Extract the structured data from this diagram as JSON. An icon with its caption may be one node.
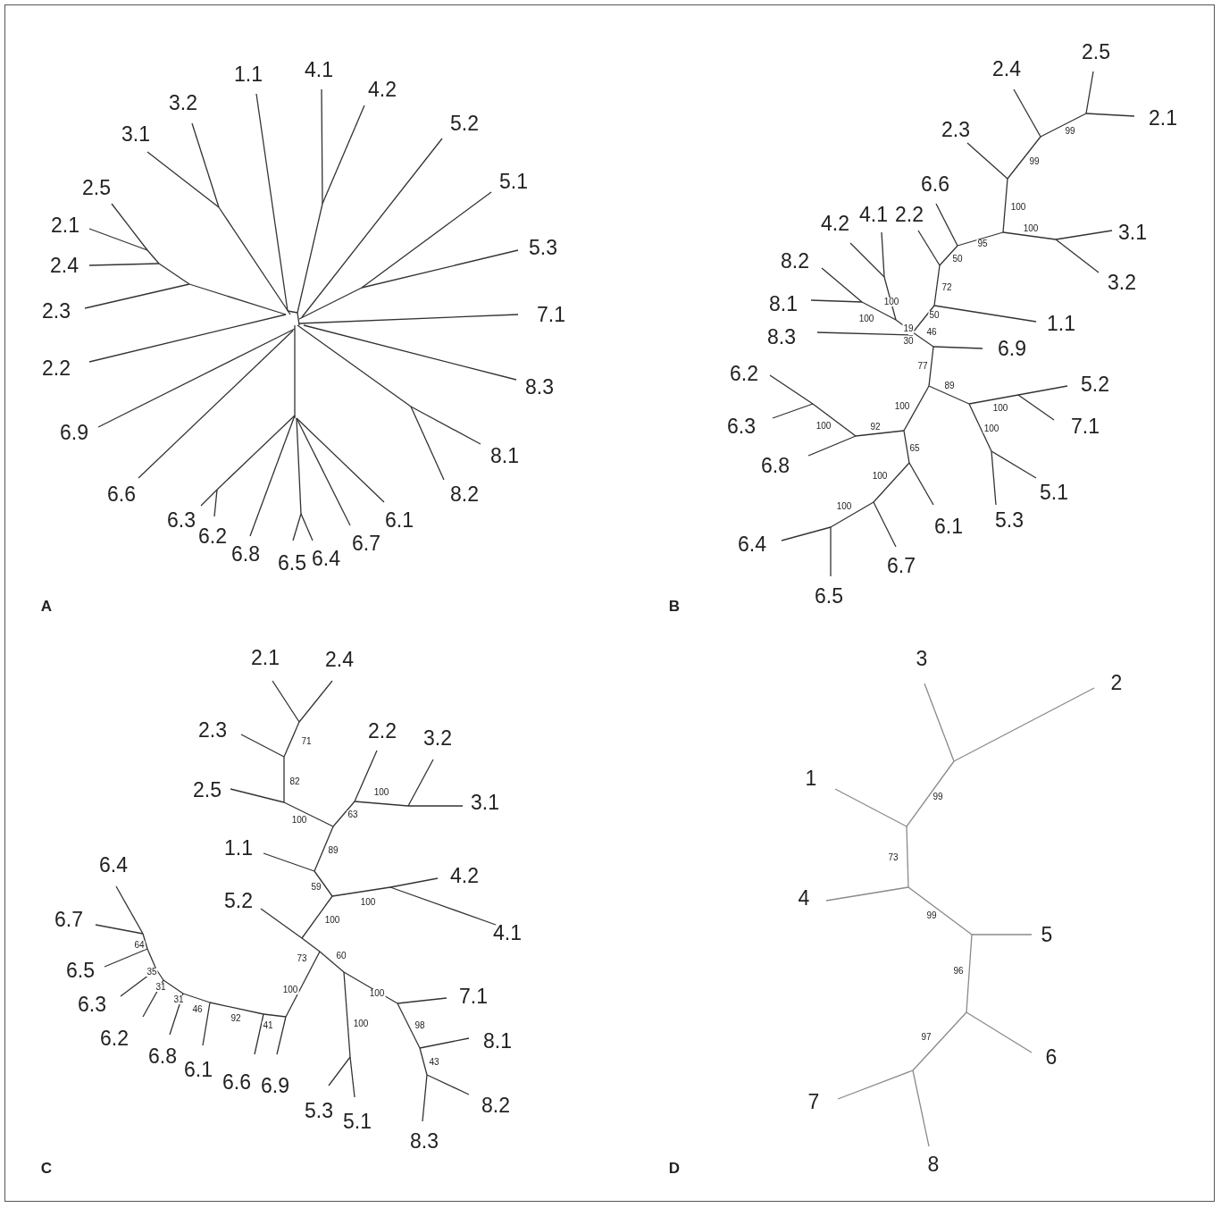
{
  "diagram": {
    "labels": [
      "4.1",
      "1.1",
      "4.2",
      "3.2",
      "5.2",
      "3.1",
      "5.1",
      "2.5",
      "2.1",
      "5.3",
      "2.4",
      "2.3",
      "7.1",
      "2.2",
      "8.3",
      "6.9",
      "8.1",
      "6.6",
      "8.2",
      "6.1",
      "6.3",
      "6.2",
      "6.7",
      "6.8",
      "6.4",
      "6.5",
      "A",
      "2.5",
      "2.4",
      "2.1",
      "2.3",
      "6.6",
      "4.1",
      "2.2",
      "4.2",
      "3.1",
      "8.2",
      "3.2",
      "8.1",
      "1.1",
      "8.3",
      "6.9",
      "6.2",
      "5.2",
      "6.3",
      "7.1",
      "6.8",
      "5.1",
      "5.3",
      "6.1",
      "6.4",
      "6.7",
      "6.5",
      "99",
      "99",
      "100",
      "100",
      "95",
      "50",
      "72",
      "100",
      "50",
      "100",
      "19",
      "46",
      "30",
      "77",
      "89",
      "100",
      "100",
      "92",
      "100",
      "100",
      "65",
      "100",
      "100",
      "B",
      "2.1",
      "2.4",
      "2.3",
      "2.2",
      "3.2",
      "2.5",
      "3.1",
      "1.1",
      "6.4",
      "4.2",
      "5.2",
      "6.7",
      "4.1",
      "6.5",
      "7.1",
      "6.3",
      "6.2",
      "8.1",
      "6.8",
      "6.1",
      "6.6",
      "6.9",
      "8.2",
      "5.3",
      "5.1",
      "8.3",
      "71",
      "82",
      "100",
      "63",
      "100",
      "89",
      "59",
      "100",
      "100",
      "64",
      "60",
      "73",
      "35",
      "100",
      "100",
      "31",
      "31",
      "46",
      "92",
      "100",
      "98",
      "41",
      "43",
      "C",
      "3",
      "2",
      "1",
      "4",
      "5",
      "6",
      "7",
      "8",
      "99",
      "73",
      "99",
      "96",
      "97",
      "D"
    ]
  }
}
